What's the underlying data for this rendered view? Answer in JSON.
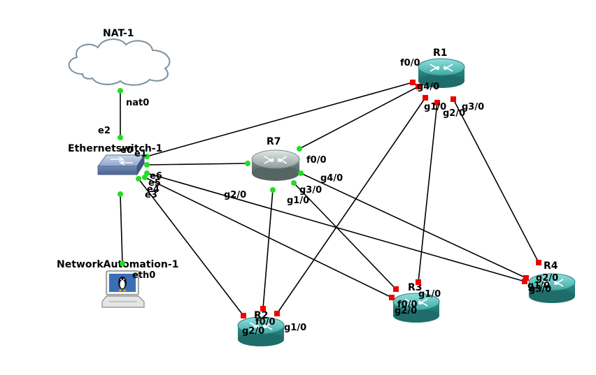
{
  "nodes": [
    {
      "id": "nat",
      "label": "NAT-1",
      "icon": "cloud-icon"
    },
    {
      "id": "sw",
      "label": "Ethernetswitch-1",
      "icon": "switch-icon"
    },
    {
      "id": "na",
      "label": "NetworkAutomation-1",
      "icon": "linux-host-icon"
    },
    {
      "id": "r1",
      "label": "R1",
      "icon": "router-icon"
    },
    {
      "id": "r7",
      "label": "R7",
      "icon": "router-icon"
    },
    {
      "id": "r2",
      "label": "R2",
      "icon": "router-icon"
    },
    {
      "id": "r3",
      "label": "R3",
      "icon": "router-icon"
    },
    {
      "id": "r4",
      "label": "R4",
      "icon": "router-icon"
    }
  ],
  "ports": {
    "nat_nat0": "nat0",
    "sw_e2": "e2",
    "sw_e0": "e0",
    "sw_e1": "e1",
    "sw_e6": "e6",
    "sw_e5": "e5",
    "sw_e4": "e4",
    "sw_e3": "e3",
    "na_eth0": "eth0",
    "r1_f00": "f0/0",
    "r1_g40": "g4/0",
    "r1_g10": "g1/0",
    "r1_g20": "g2/0",
    "r1_g30": "g3/0",
    "r7_f00": "f0/0",
    "r7_g40": "g4/0",
    "r7_g30": "g3/0",
    "r7_g10": "g1/0",
    "r7_g20": "g2/0",
    "r2_f00": "f0/0",
    "r2_g10": "g1/0",
    "r2_g20": "g2/0",
    "r3_f00": "f0/0",
    "r3_g10": "g1/0",
    "r3_g20": "g2/0",
    "r4_g20": "g2/0",
    "r4_g30": "g3/0",
    "r4_g10": "g1/0"
  },
  "colors": {
    "port_up": "#22dd22",
    "port_down": "#ee0000",
    "router_body": "#2f8f8c",
    "router_top": "#6ccdc9",
    "r7_body": "#7a8a8a",
    "r7_top": "#c9d3d3"
  }
}
